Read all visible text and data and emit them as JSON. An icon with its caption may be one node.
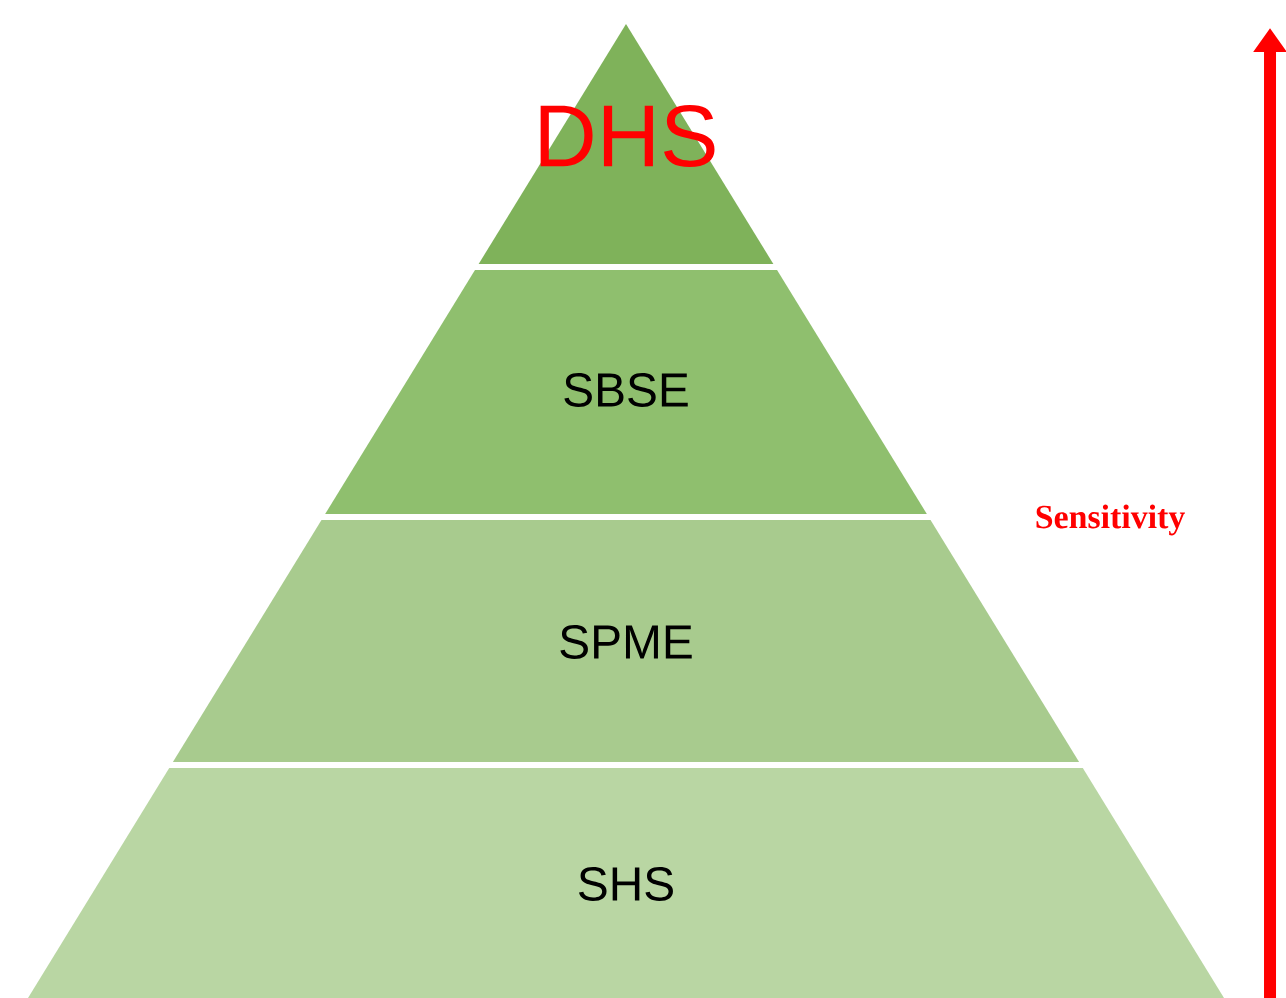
{
  "diagram": {
    "nodes": [
      {
        "text": [
          "DHS"
        ]
      },
      {
        "text": [
          "SBSE"
        ]
      },
      {
        "text": [
          "SPME"
        ]
      },
      {
        "text": [
          "SHS"
        ]
      }
    ],
    "labels": [
      "Sensitivity"
    ]
  }
}
